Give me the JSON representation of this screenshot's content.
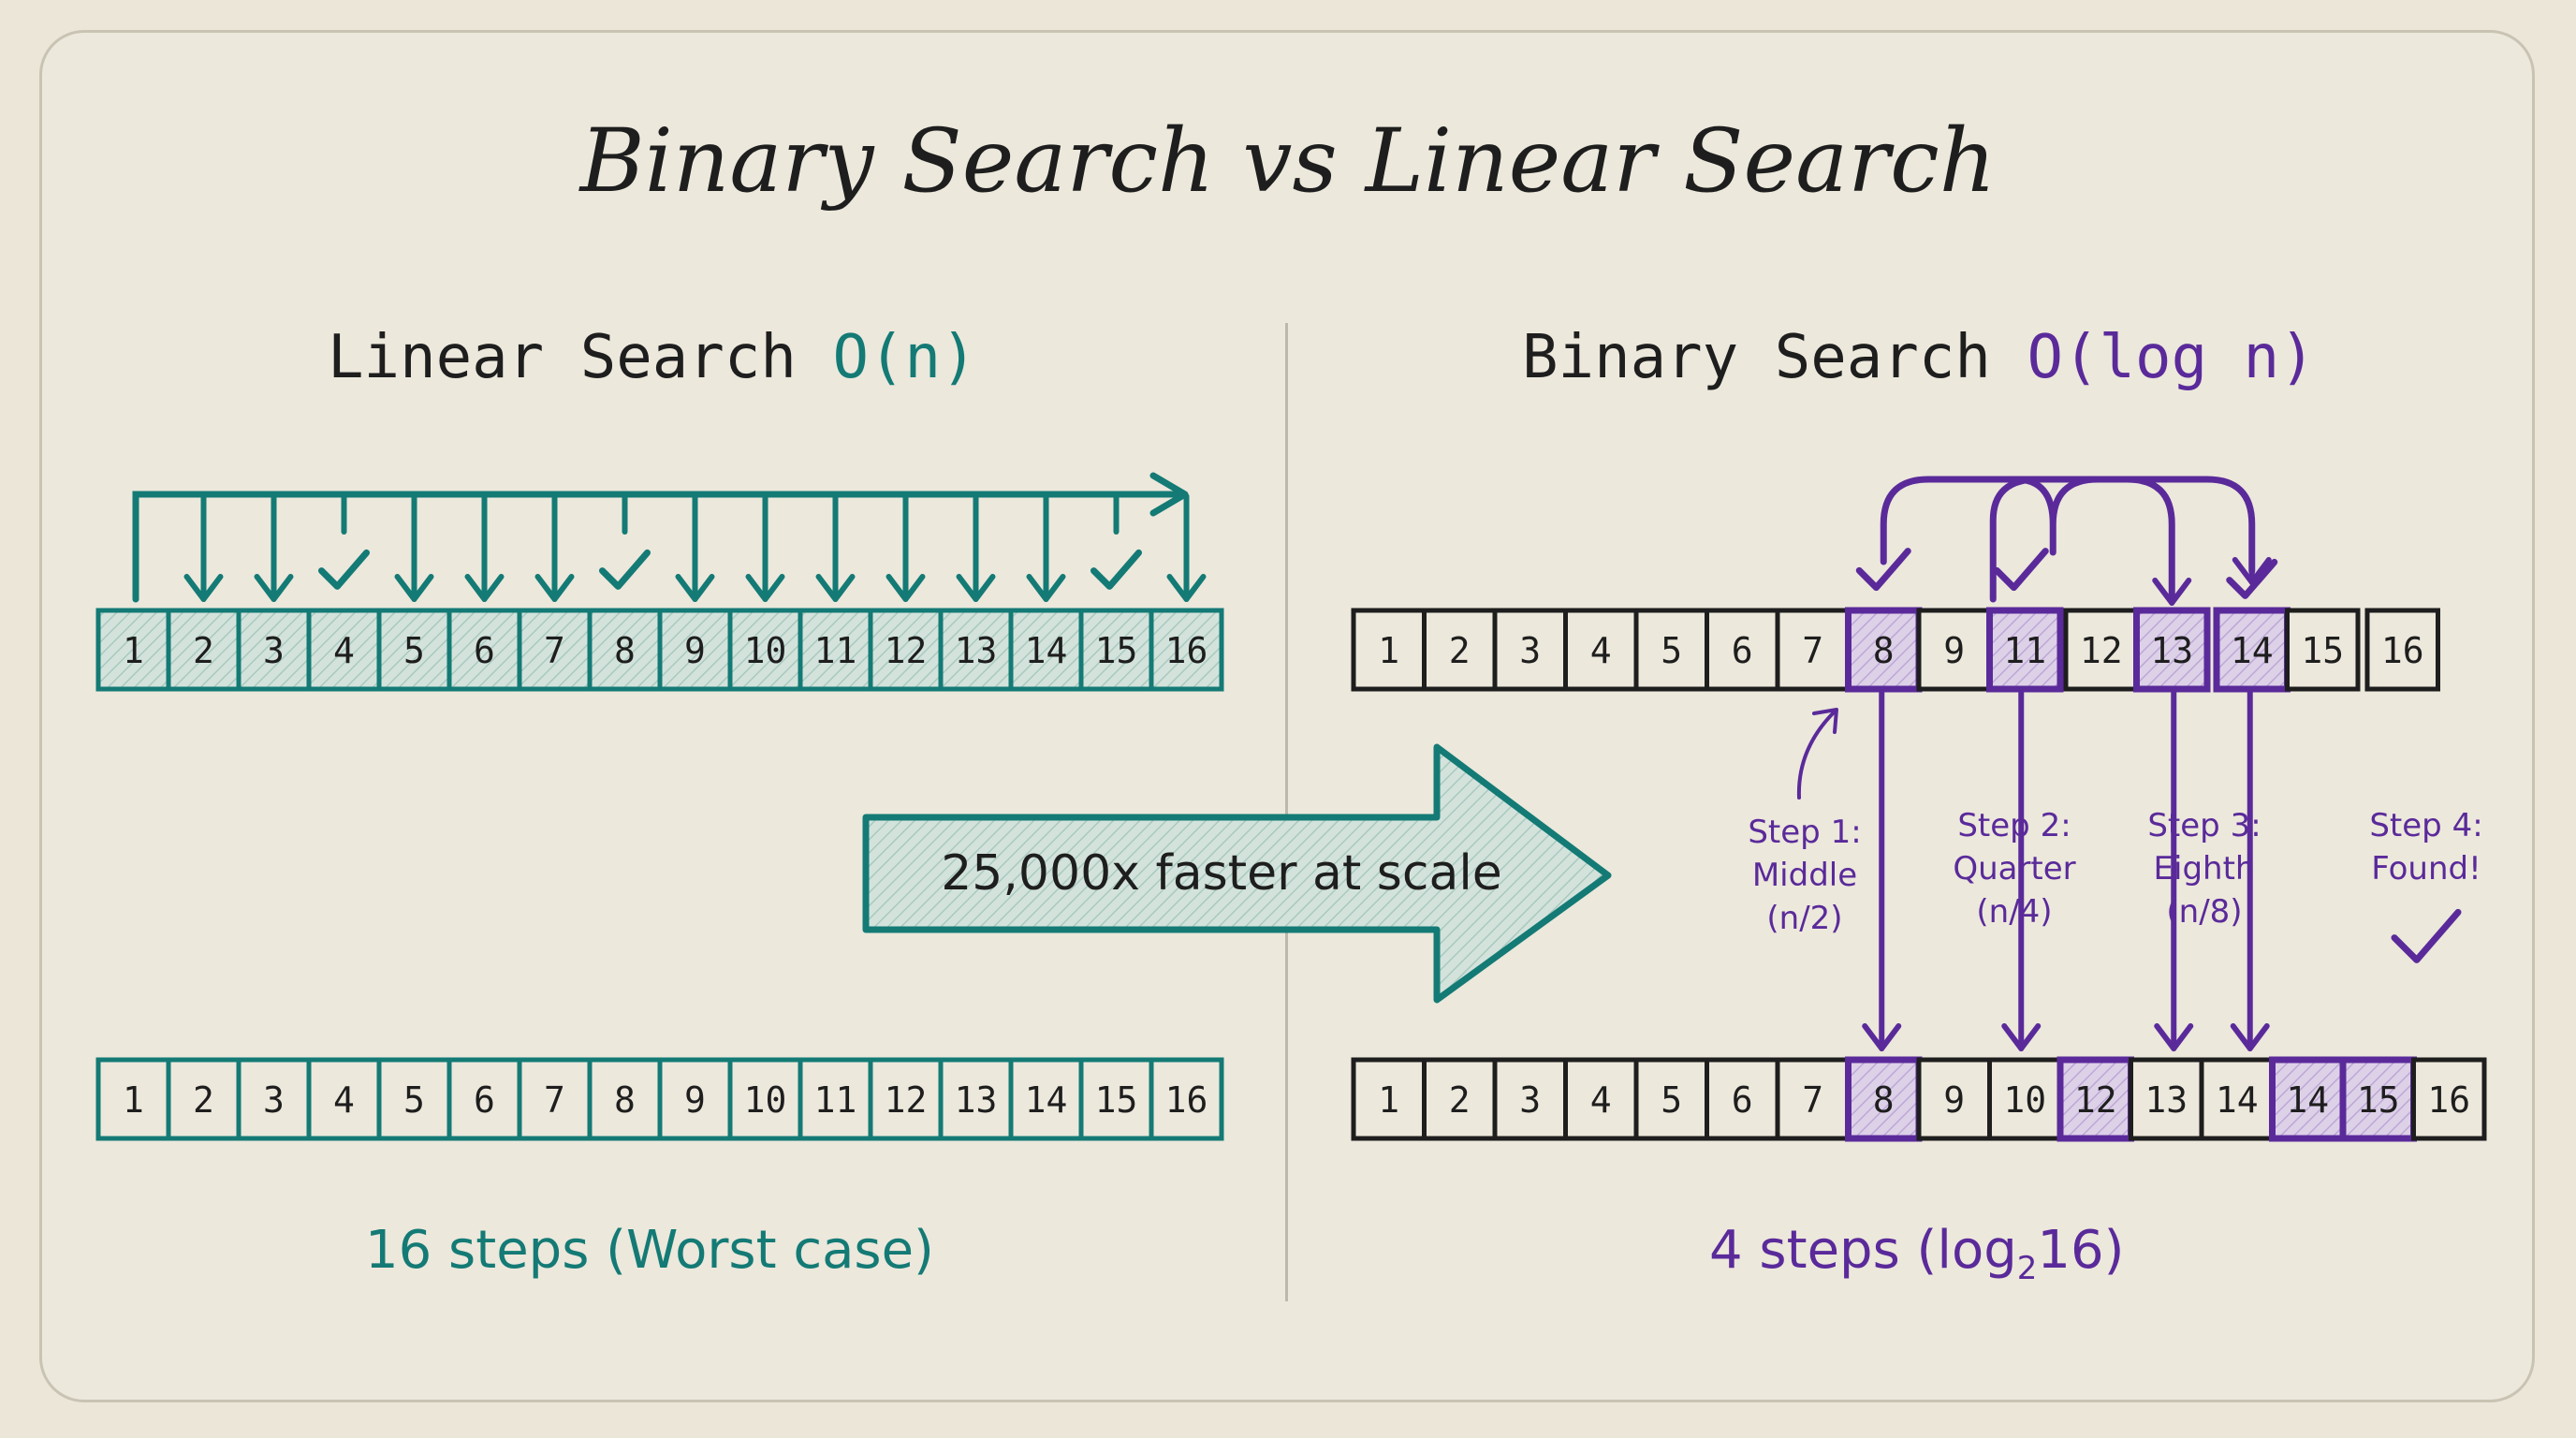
{
  "title": "Binary Search vs Linear Search",
  "linear": {
    "title": "Linear Search",
    "complexity": "O(n)",
    "top_row": [
      "1",
      "2",
      "3",
      "4",
      "5",
      "6",
      "7",
      "8",
      "9",
      "10",
      "11",
      "12",
      "13",
      "14",
      "15",
      "16"
    ],
    "bottom_row": [
      "1",
      "2",
      "3",
      "4",
      "5",
      "6",
      "7",
      "8",
      "9",
      "10",
      "11",
      "12",
      "13",
      "14",
      "15",
      "16"
    ],
    "footer": "16 steps (Worst case)"
  },
  "binary": {
    "title": "Binary Search",
    "complexity": "O(log n)",
    "top_row": [
      "1",
      "2",
      "3",
      "4",
      "5",
      "6",
      "7",
      "8",
      "9",
      "11",
      "12",
      "13",
      "14",
      "15",
      "16"
    ],
    "bottom_row": [
      "1",
      "2",
      "3",
      "4",
      "5",
      "6",
      "7",
      "8",
      "9",
      "10",
      "12",
      "13",
      "14",
      "14",
      "15",
      "16"
    ],
    "steps": [
      {
        "line1": "Step 1:",
        "line2": "Middle",
        "line3": "(n/2)"
      },
      {
        "line1": "Step 2:",
        "line2": "Quarter",
        "line3": "(n/4)"
      },
      {
        "line1": "Step 3:",
        "line2": "Eighth",
        "line3": "(n/8)"
      },
      {
        "line1": "Step 4:",
        "line2": "Found!",
        "line3": ""
      }
    ],
    "footer_prefix": "4 steps (log",
    "footer_sub": "2",
    "footer_suffix": "16)"
  },
  "arrow_label": "25,000x faster at scale",
  "colors": {
    "teal": "#147a75",
    "purple": "#5a2a9a",
    "teal_fill": "#cfe0d9",
    "purple_fill": "#d9cde6",
    "background": "#ece8dc"
  }
}
